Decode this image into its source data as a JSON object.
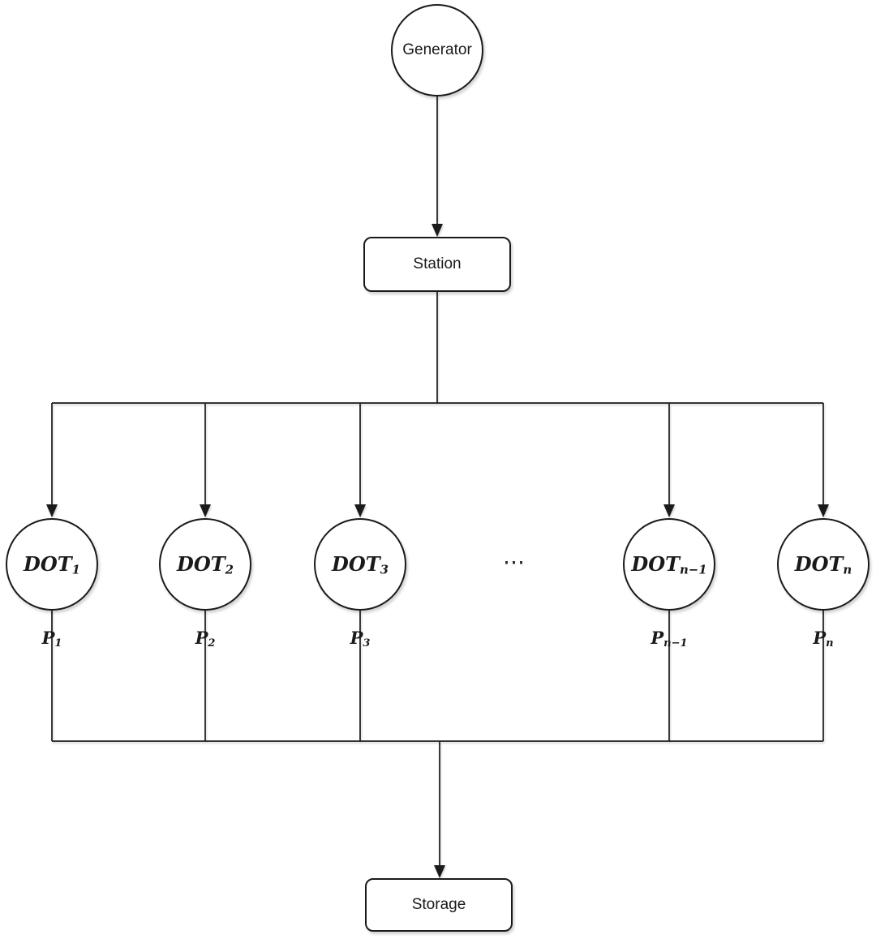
{
  "diagram": {
    "nodes": {
      "generator": "Generator",
      "station": "Station",
      "storage": "Storage"
    },
    "dot_nodes": [
      {
        "base": "DOT",
        "sub": "1",
        "p": {
          "base": "P",
          "sub": "1"
        }
      },
      {
        "base": "DOT",
        "sub": "2",
        "p": {
          "base": "P",
          "sub": "2"
        }
      },
      {
        "base": "DOT",
        "sub": "3",
        "p": {
          "base": "P",
          "sub": "3"
        }
      },
      {
        "base": "DOT",
        "sub": "n−1",
        "p": {
          "base": "P",
          "sub": "n−1"
        }
      },
      {
        "base": "DOT",
        "sub": "n",
        "p": {
          "base": "P",
          "sub": "n"
        }
      }
    ],
    "ellipsis": "⋯",
    "colors": {
      "stroke": "#1a1a1a",
      "fill": "#ffffff"
    }
  }
}
